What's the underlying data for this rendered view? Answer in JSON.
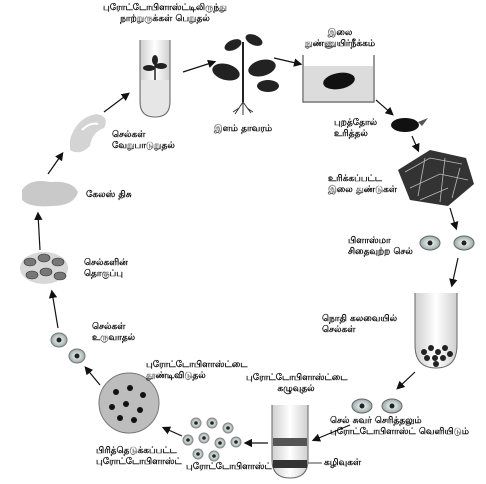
{
  "steps": {
    "plantlet_from_protoplast": {
      "line1": "புரோட்டோபிளாஸ்ட்டிலிருந்து",
      "line2": "நாற்றுருக்கள் பெறுதல்"
    },
    "young_plant": "இளம் தாவரம்",
    "leaf_sterilization": {
      "line1": "இலை",
      "line2": "நுண்ணுயிர்நீக்கம்"
    },
    "epidermis_removal": {
      "line1": "புறத்தோல்",
      "line2": "உரித்தல்"
    },
    "peeled_leaf": {
      "line1": "உரிக்கப்பட்ட",
      "line2": "இலை துண்டுகள்"
    },
    "plasmolysed_cell": {
      "line1": "பிளாஸ்மா",
      "line2": "சிதைவுற்ற செல்"
    },
    "enzyme_cells": {
      "line1": "நொதி கலவையில்",
      "line2": "செல்கள்"
    },
    "wall_digestion": {
      "line1": "செல் சுவர் செரித்தலும்",
      "line2": "புரோட்டோபிளாஸ்ட் வெளியிடும்"
    },
    "protoplast_wash": {
      "line1": "புரோட்டோபிளாஸ்ட்டை",
      "line2": "கழுவுதல்"
    },
    "debris": "கழிவுகள்",
    "protoplast": "புரோட்டோபிளாஸ்ட்",
    "isolated_protoplast": {
      "line1": "பிரித்தெடுக்கப்பட்ட",
      "line2": "புரோட்டோபிளாஸ்ட்"
    },
    "protoplast_culture": {
      "line1": "புரோட்டோபிளாஸ்ட்டை",
      "line2": "தூண்டிவிடுதல்"
    },
    "cell_formation": {
      "line1": "செல்கள்",
      "line2": "உருவாதல்"
    },
    "cell_colony": {
      "line1": "செல்களின்",
      "line2": "தொகுப்பு"
    },
    "callus": "கேலஸ் திசு",
    "differentiation": {
      "line1": "செல்கள்",
      "line2": "வேறுபாடுறுதல்"
    }
  }
}
